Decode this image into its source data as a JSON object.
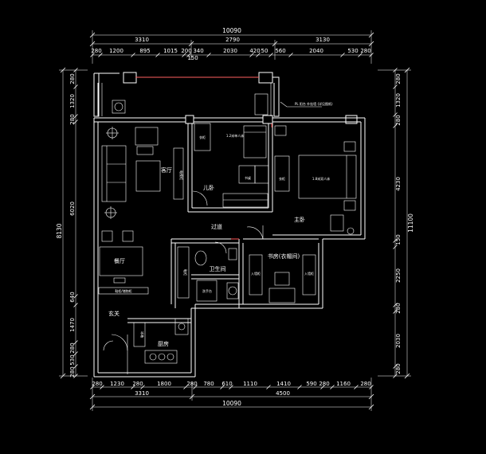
{
  "dims": {
    "top_total": "10090",
    "top_mid": [
      "3310",
      "2790",
      "3130"
    ],
    "top_detail": [
      "280",
      "1200",
      "895",
      "1015",
      "200",
      "340",
      "2030",
      "420",
      "50",
      "560",
      "2040",
      "530",
      "280"
    ],
    "top_sub": "150",
    "bottom_detail": [
      "280",
      "1230",
      "280",
      "1800",
      "280",
      "780",
      "610",
      "1110",
      "1410",
      "590",
      "280",
      "1160",
      "280"
    ],
    "bottom_mid": [
      "3310",
      "4500"
    ],
    "bottom_total": "10090",
    "left_total": "8130",
    "left_detail": [
      "280",
      "1320",
      "280",
      "6020",
      "640",
      "1470",
      "280",
      "530",
      "280"
    ],
    "right_total": "11100",
    "right_detail": [
      "280",
      "1320",
      "280",
      "4230",
      "150",
      "2250",
      "280",
      "2030",
      "280"
    ]
  },
  "rooms": {
    "living": "客厅",
    "child": "儿卧",
    "master": "主卧",
    "corridor": "过道",
    "study": "书房(衣帽间)",
    "bath": "卫生间",
    "dining": "餐厅",
    "entry": "玄关",
    "kitchen": "厨房"
  },
  "notes": {
    "balcony_note": "PL 阳台 外挂墙 (详见图纸)",
    "child_bed": "1.2米单人床",
    "master_bed": "1.8米双人床",
    "child_wardrobe": "衣柜",
    "master_wardrobe": "衣柜",
    "wardrobe_a": "入墙柜",
    "wardrobe_b": "入墙柜",
    "desk": "书桌",
    "tv_cabinet": "电视柜",
    "sink": "洗手台",
    "fridge": "冰箱",
    "shoe_cabinet": "鞋柜",
    "cabinet_note": "鞋柜/储物柜"
  }
}
